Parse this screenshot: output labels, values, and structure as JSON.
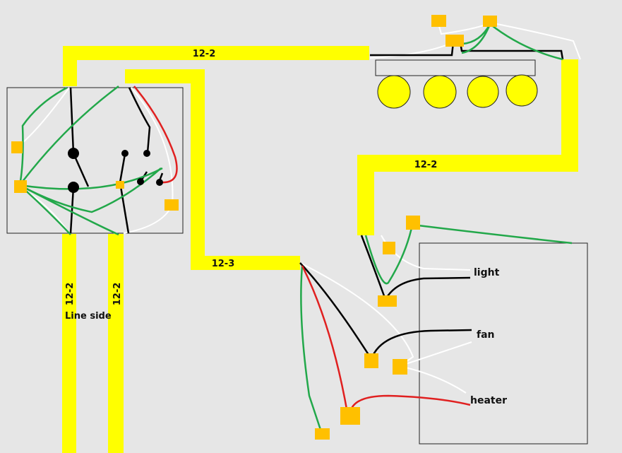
{
  "colors": {
    "background": "#e6e6e6",
    "cable": "#ffff00",
    "connector": "#ffc000",
    "hot": "#000000",
    "neutral": "#ffffff",
    "ground": "#22a84a",
    "traveler": "#e02020",
    "fixture": "#ffff00"
  },
  "labels": {
    "cable_top": "12-2",
    "cable_right": "12-2",
    "cable_middle": "12-3",
    "cable_left_1": "12-2",
    "cable_left_2": "12-2",
    "line_side": "Line side",
    "load_light": "light",
    "load_fan": "fan",
    "load_heater": "heater"
  }
}
